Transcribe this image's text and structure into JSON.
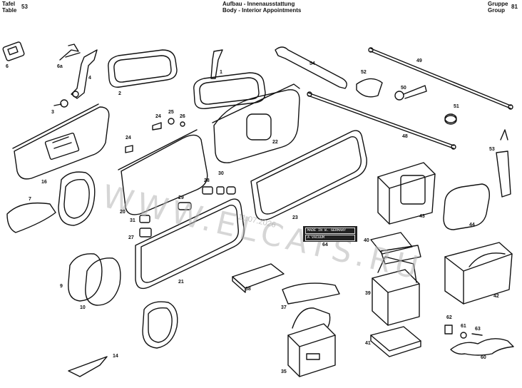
{
  "header": {
    "table_de": "Tafel",
    "table_en": "Table",
    "table_no": "53",
    "title_de": "Aufbau - Innenausstattung",
    "title_en": "Body - Interior Appointments",
    "group_de": "Gruppe",
    "group_en": "Group",
    "group_no": "81"
  },
  "plate": {
    "line1": "MADE IN W. GERMANY",
    "line2": "A VACUUM"
  },
  "watermark": {
    "text": "WWW.ELCATS.RU",
    "date": "11.07.2026"
  },
  "callouts": [
    "1",
    "2",
    "3",
    "4",
    "6",
    "6a",
    "7",
    "9",
    "10",
    "14",
    "16",
    "20",
    "21",
    "22",
    "23",
    "24",
    "24",
    "25",
    "26",
    "27",
    "28",
    "29",
    "30",
    "31",
    "35",
    "37",
    "38",
    "39",
    "40",
    "41",
    "42",
    "43",
    "44",
    "48",
    "49",
    "50",
    "51",
    "52",
    "53",
    "54",
    "60",
    "61",
    "62",
    "63",
    "64"
  ]
}
